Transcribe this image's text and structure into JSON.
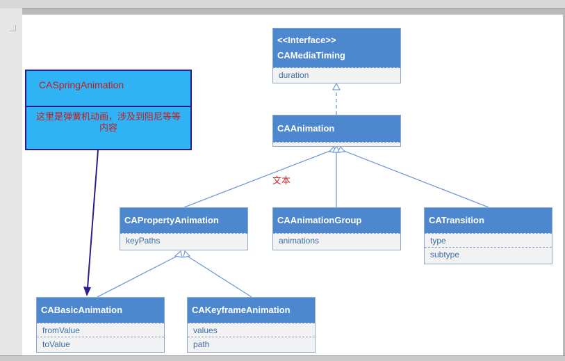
{
  "classes": {
    "ca_media_timing": {
      "stereotype": "<<Interface>>",
      "name": "CAMediaTiming",
      "attrs": [
        "duration"
      ]
    },
    "ca_animation": {
      "name": "CAAnimation",
      "attrs": []
    },
    "ca_property_animation": {
      "name": "CAPropertyAnimation",
      "attrs": [
        "keyPaths"
      ]
    },
    "ca_animation_group": {
      "name": "CAAnimationGroup",
      "attrs": [
        "animations"
      ]
    },
    "ca_transition": {
      "name": "CATransition",
      "attrs": [
        "type",
        "subtype"
      ]
    },
    "ca_basic_animation": {
      "name": "CABasicAnimation",
      "attrs": [
        "fromValue",
        "toValue"
      ]
    },
    "ca_keyframe_animation": {
      "name": "CAKeyframeAnimation",
      "attrs": [
        "values",
        "path"
      ]
    }
  },
  "note": {
    "title": "CASpringAnimation",
    "description": "这里是弹簧机动画，涉及到阻尼等等内容"
  },
  "edge_label": "文本",
  "colors": {
    "header": "#4d88cf",
    "body": "#f2f2f2",
    "connector": "#6f9bd6",
    "note_fill": "#2fb3f5",
    "note_border": "#2a1f8a",
    "note_text": "#c21d1d",
    "label_text": "#e02020"
  }
}
